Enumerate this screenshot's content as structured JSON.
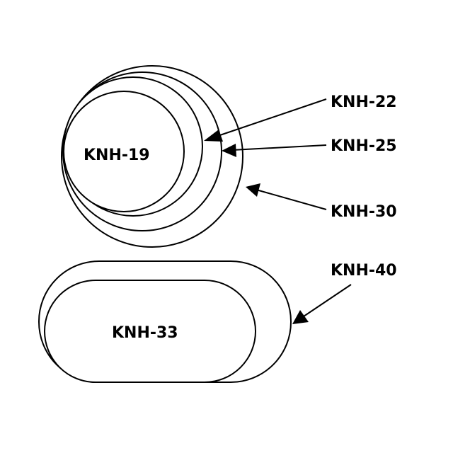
{
  "labels": {
    "knh19": "KNH-19",
    "knh22": "KNH-22",
    "knh25": "KNH-25",
    "knh30": "KNH-30",
    "knh33": "KNH-33",
    "knh40": "KNH-40"
  },
  "colors": {
    "stroke": "#000000",
    "background": "#ffffff"
  }
}
